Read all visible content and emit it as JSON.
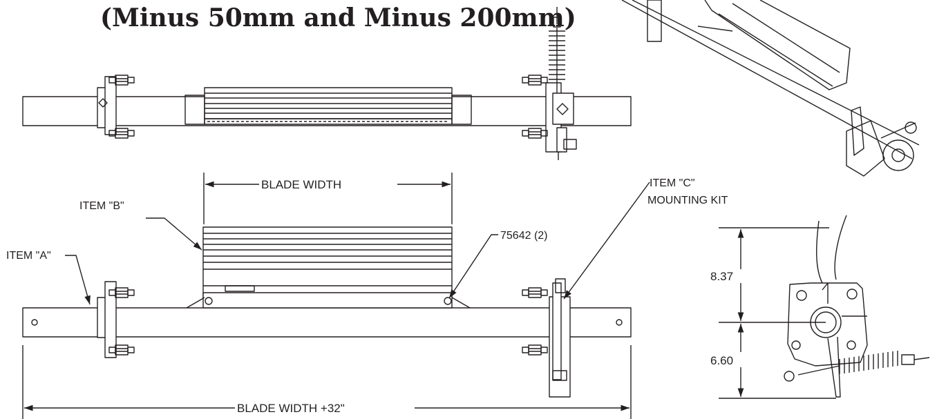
{
  "title": "(Minus 50mm and Minus 200mm)",
  "labels": {
    "blade_width": "BLADE WIDTH",
    "blade_width_total": "BLADE WIDTH +32\"",
    "item_a": "ITEM \"A\"",
    "item_b": "ITEM \"B\"",
    "item_c_line1": "ITEM \"C\"",
    "item_c_line2": "MOUNTING KIT",
    "part_callout": "75642 (2)"
  },
  "dimensions": {
    "upper": "8.37",
    "lower": "6.60"
  },
  "colors": {
    "line": "#231f20",
    "background": "#ffffff"
  }
}
